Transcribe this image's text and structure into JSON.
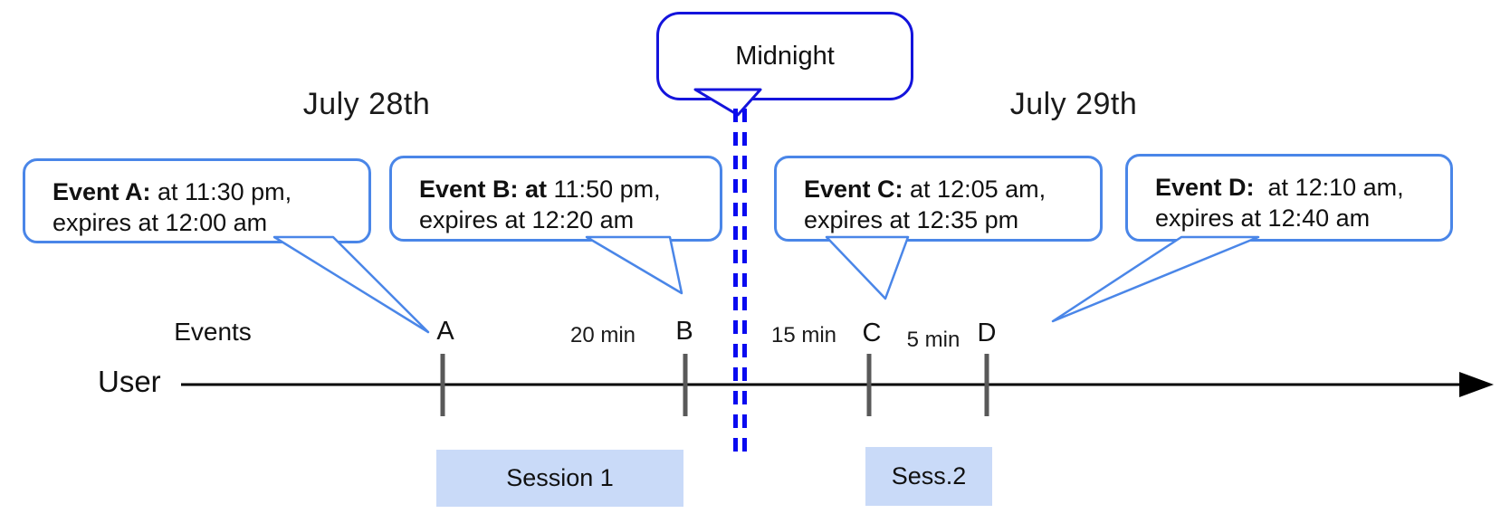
{
  "headers": {
    "left_day": "July 28th",
    "right_day": "July 29th"
  },
  "midnight": {
    "label": "Midnight"
  },
  "axis": {
    "events_label": "Events",
    "user_label": "User"
  },
  "callouts": [
    {
      "id": "A",
      "bold": "Event A:",
      "rest": " at 11:30 pm,",
      "line2": "expires at 12:00 am"
    },
    {
      "id": "B",
      "bold": "Event B: at",
      "rest": " 11:50 pm,",
      "line2": "expires at 12:20 am"
    },
    {
      "id": "C",
      "bold": "Event C:",
      "rest": " at 12:05 am,",
      "line2": "expires at 12:35 pm"
    },
    {
      "id": "D",
      "bold": "Event D:",
      "rest": "  at 12:10 am,",
      "line2": "expires at 12:40 am"
    }
  ],
  "tick_labels": [
    "A",
    "B",
    "C",
    "D"
  ],
  "intervals": [
    "20 min",
    "15 min",
    "5 min"
  ],
  "sessions": [
    "Session 1",
    "Sess.2"
  ],
  "colors": {
    "callout_border": "#4A86E8",
    "midnight_border": "#1414DC",
    "dashed_line": "#0A0AF0",
    "session_fill": "#C9DAF8",
    "tick_gray": "#595959",
    "timeline_black": "#000000"
  }
}
